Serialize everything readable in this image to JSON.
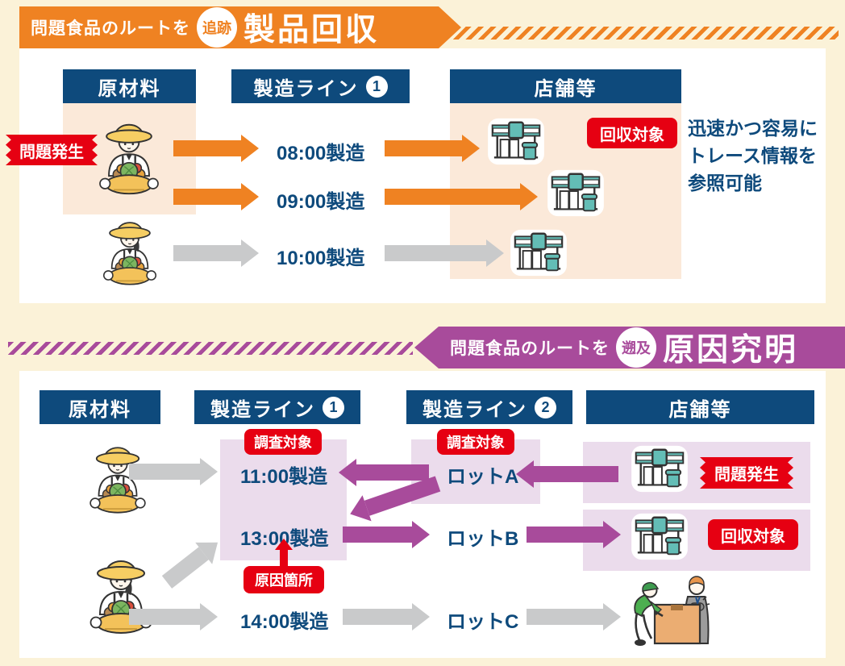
{
  "colors": {
    "orange": "#EF8222",
    "navy": "#0E4A7C",
    "red": "#E60012",
    "purple": "#A84B9B",
    "cream": "#FBF2D8",
    "peach": "#FBE9D9",
    "lavender": "#EBDCEC",
    "gray_arrow": "#C9CACB",
    "store_teal": "#63BDB6"
  },
  "trace": {
    "banner_prefix": "問題食品のルートを",
    "banner_action": "追跡",
    "banner_title": "製品回収",
    "col_materials": "原材料",
    "col_line": "製造ライン",
    "col_line_no": "1",
    "col_stores": "店舗等",
    "badge_problem": "問題発生",
    "badge_recall": "回収対象",
    "rows": [
      {
        "time": "08:00製造"
      },
      {
        "time": "09:00製造"
      },
      {
        "time": "10:00製造"
      }
    ],
    "note1": "迅速かつ容易に",
    "note2": "トレース情報を",
    "note3": "参照可能"
  },
  "traceback": {
    "banner_prefix": "問題食品のルートを",
    "banner_action": "遡及",
    "banner_title": "原因究明",
    "col_materials": "原材料",
    "col_line1": "製造ライン",
    "col_line1_no": "1",
    "col_line2": "製造ライン",
    "col_line2_no": "2",
    "col_stores": "店舗等",
    "badge_investigate_line": "調査対象",
    "badge_investigate_lot": "調査対象",
    "badge_problem": "問題発生",
    "badge_recall": "回収対象",
    "badge_cause": "原因箇所",
    "times": [
      {
        "t": "11:00製造"
      },
      {
        "t": "13:00製造"
      },
      {
        "t": "14:00製造"
      }
    ],
    "lots": [
      {
        "name": "ロットA"
      },
      {
        "name": "ロットB"
      },
      {
        "name": "ロットC"
      }
    ]
  }
}
